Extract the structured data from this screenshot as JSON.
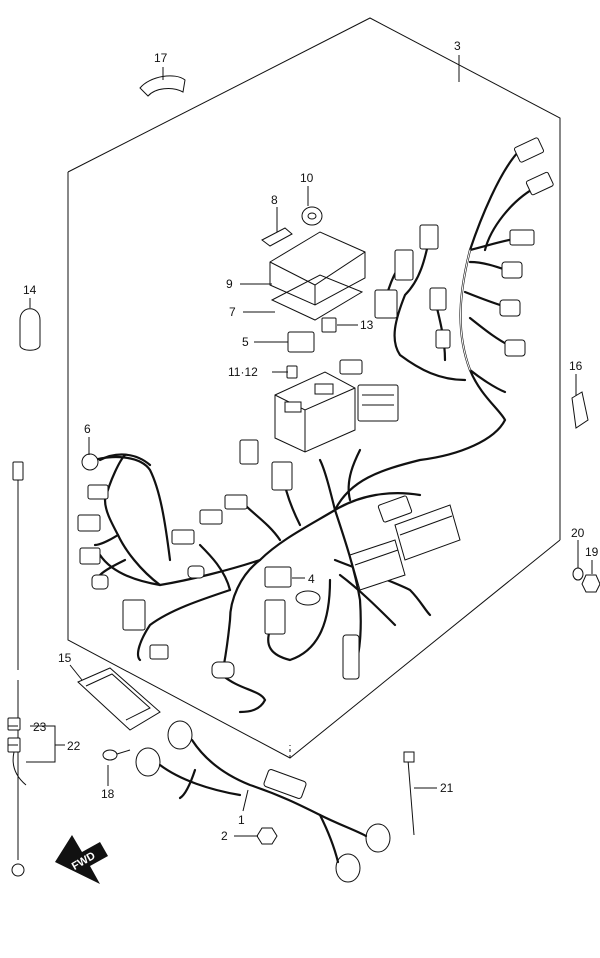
{
  "callouts": {
    "c1": "1",
    "c2": "2",
    "c3": "3",
    "c4": "4",
    "c5": "5",
    "c6": "6",
    "c7": "7",
    "c8": "8",
    "c9": "9",
    "c10": "10",
    "c11_12": "11·12",
    "c13": "13",
    "c14": "14",
    "c15": "15",
    "c16": "16",
    "c17": "17",
    "c18": "18",
    "c19": "19",
    "c20": "20",
    "c21": "21",
    "c22": "22",
    "c23": "23"
  },
  "direction_label": "FWD"
}
